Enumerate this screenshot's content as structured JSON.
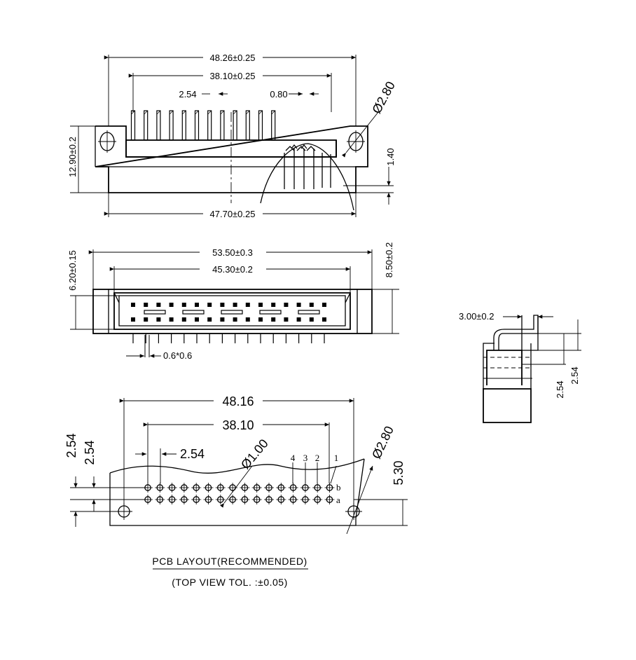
{
  "front_view": {
    "dim_overall_width": "48.26±0.25",
    "dim_pin_span": "38.10±0.25",
    "dim_pitch": "2.54",
    "dim_pin_width": "0.80",
    "dim_hole": "Ø2.80",
    "dim_height": "12.90±0.2",
    "dim_offset": "1.40",
    "dim_base_width": "47.70±0.25"
  },
  "top_view": {
    "dim_overall_length": "53.50±0.3",
    "dim_inner_length": "45.30±0.2",
    "dim_depth": "6.20±0.15",
    "dim_total_depth": "8.50±0.2",
    "dim_pin_section": "0.6*0.6"
  },
  "side_view": {
    "dim_width": "3.00±0.2",
    "dim_pitch_a": "2.54",
    "dim_pitch_b": "2.54"
  },
  "pcb_layout": {
    "dim_hole_span": "48.16",
    "dim_pin_span": "38.10",
    "dim_pitch": "2.54",
    "dim_pin_hole": "Ø1.00",
    "dim_mount_hole": "Ø2.80",
    "dim_row_pitch_a": "2.54",
    "dim_row_pitch_b": "2.54",
    "dim_height": "5.30",
    "pin_numbers": [
      "4",
      "3",
      "2",
      "1"
    ],
    "row_labels": [
      "b",
      "a"
    ],
    "caption_title": "PCB LAYOUT(RECOMMENDED)",
    "caption_subtitle": "(TOP VIEW TOL. :±0.05)"
  }
}
